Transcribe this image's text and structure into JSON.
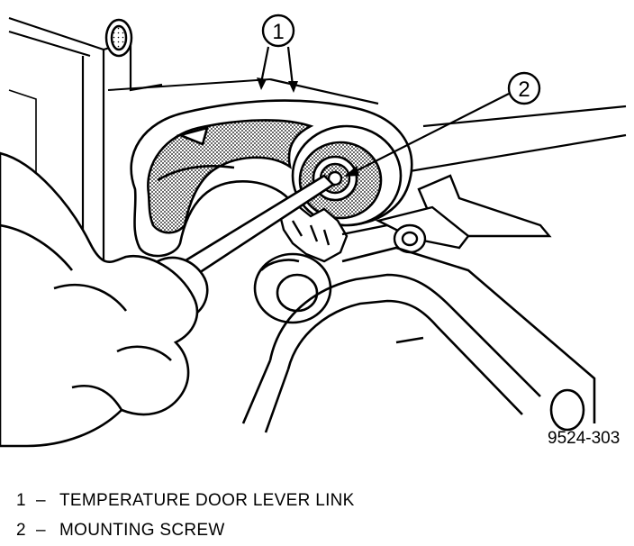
{
  "callouts": [
    {
      "number": "1"
    },
    {
      "number": "2"
    }
  ],
  "figure_id": "9524-303",
  "legend": [
    {
      "number": "1",
      "dash": "–",
      "text": "TEMPERATURE DOOR LEVER LINK"
    },
    {
      "number": "2",
      "dash": "–",
      "text": "MOUNTING SCREW"
    }
  ],
  "colors": {
    "line": "#000000",
    "background": "#ffffff",
    "shading": "#555555"
  }
}
